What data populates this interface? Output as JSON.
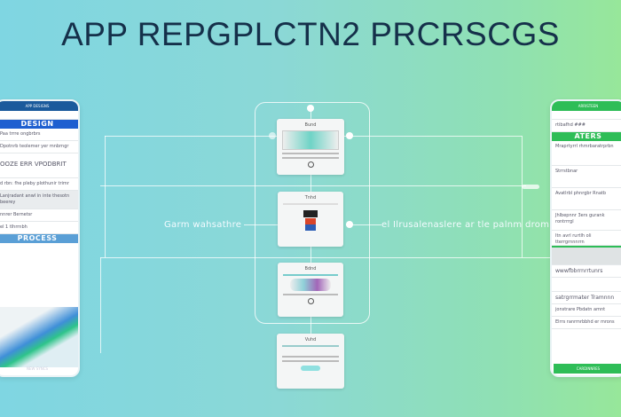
{
  "title": "APP REPGPLCTN2 PRCRSCGS",
  "left_label": "Garm wahsathre",
  "right_label": "el Ilrusalenaslere ar tle palnm drom",
  "colors": {
    "title": "#15304a",
    "left_accent": "#1e5fd0",
    "right_accent": "#2ebd57"
  },
  "cards": [
    {
      "label": "Bund"
    },
    {
      "label": "Tnhd"
    },
    {
      "label": "Bdnd"
    },
    {
      "label": "Vuhd"
    }
  ],
  "left_phone": {
    "header": "APP DESIGNS",
    "band": "DESIGN",
    "rows": [
      "Paa trrre ongbrbrs",
      "Dpotnrb teolemer yer mnbrngr",
      "OOZE ERR VPODBRIT",
      "d rbn: fhe pleby plothunir trimr",
      "Lanjradant anwl in inte thesotn beerey",
      "nnrer Bernetsr",
      "el 1 tlhrrnbh",
      "PROCESS"
    ],
    "footer": "NEW SYNCS"
  },
  "right_phone": {
    "header": "ARRISTEEN",
    "band": "ATERS",
    "rows": [
      "rtibafhd ###",
      "Mraprtyrrl rhmrbaratrprbn",
      "Strrstbnar",
      "Avatlrbl phnrgbr Rnatb",
      "Jhlbepnnr 3ers gurank rontrrrgl",
      "Itn avrl rurtlh oli tterrgrnnnrrn",
      "wwwfbbrrnrrtunrs",
      "satrgrrmater Tramnnn",
      "jonstrare Pbdatn amnt",
      "Elrrs ranrmrbbhd er mrons"
    ],
    "footer": "CARDINNRES"
  }
}
